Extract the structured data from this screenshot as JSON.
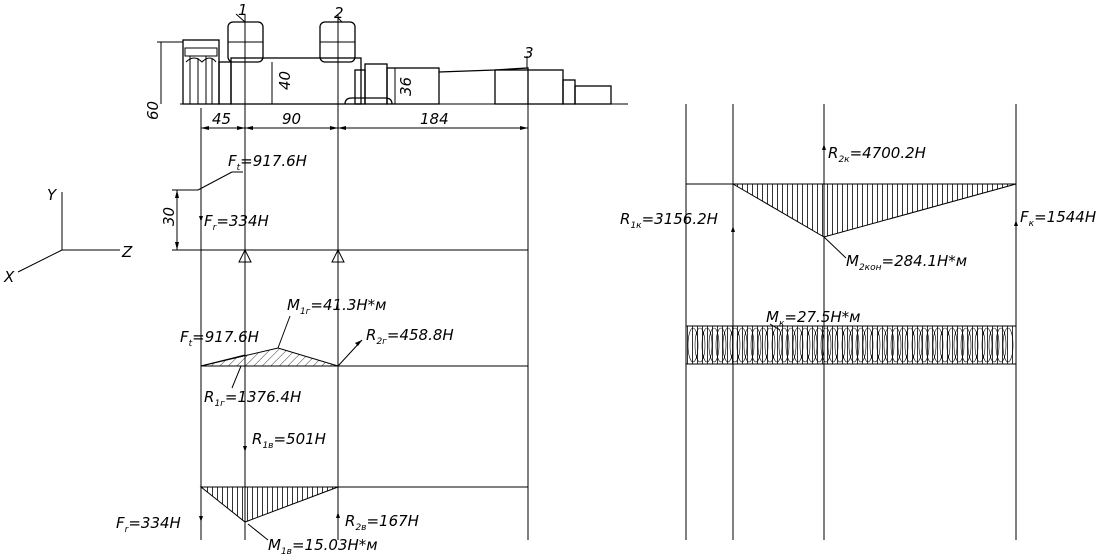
{
  "shaft": {
    "bearing_1": "1",
    "bearing_2": "2",
    "point_3": "3",
    "dim_60": "60",
    "dim_40": "40",
    "dim_36": "36",
    "dim_45": "45",
    "dim_90": "90",
    "dim_184": "184",
    "dim_30": "30"
  },
  "axes": {
    "y": "Y",
    "z": "Z",
    "x": "X"
  },
  "loads_left": {
    "ft_top": {
      "main": "F",
      "sub": "t",
      "rest": "=917.6H"
    },
    "fr_top": {
      "main": "F",
      "sub": "r",
      "rest": "=334H"
    },
    "m1g": {
      "main": "M",
      "sub": "1г",
      "rest": "=41.3H*м"
    },
    "ft_mid": {
      "main": "F",
      "sub": "t",
      "rest": "=917.6H"
    },
    "r2g": {
      "main": "R",
      "sub": "2г",
      "rest": "=458.8H"
    },
    "r1g": {
      "main": "R",
      "sub": "1г",
      "rest": "=1376.4H"
    },
    "r1v": {
      "main": "R",
      "sub": "1в",
      "rest": "=501H"
    },
    "fr_bot": {
      "main": "F",
      "sub": "r",
      "rest": "=334H"
    },
    "r2v": {
      "main": "R",
      "sub": "2в",
      "rest": "=167H"
    },
    "m1v": {
      "main": "M",
      "sub": "1в",
      "rest": "=15.03H*м"
    }
  },
  "loads_right": {
    "r2k": {
      "main": "R",
      "sub": "2к",
      "rest": "=4700.2H"
    },
    "r1k": {
      "main": "R",
      "sub": "1к",
      "rest": "=3156.2H"
    },
    "fk": {
      "main": "F",
      "sub": "к",
      "rest": "=1544H"
    },
    "m2kon": {
      "main": "M",
      "sub": "2кон",
      "rest": "=284.1H*м"
    },
    "mk": {
      "main": "M",
      "sub": "к",
      "rest": "=27.5H*м"
    }
  }
}
